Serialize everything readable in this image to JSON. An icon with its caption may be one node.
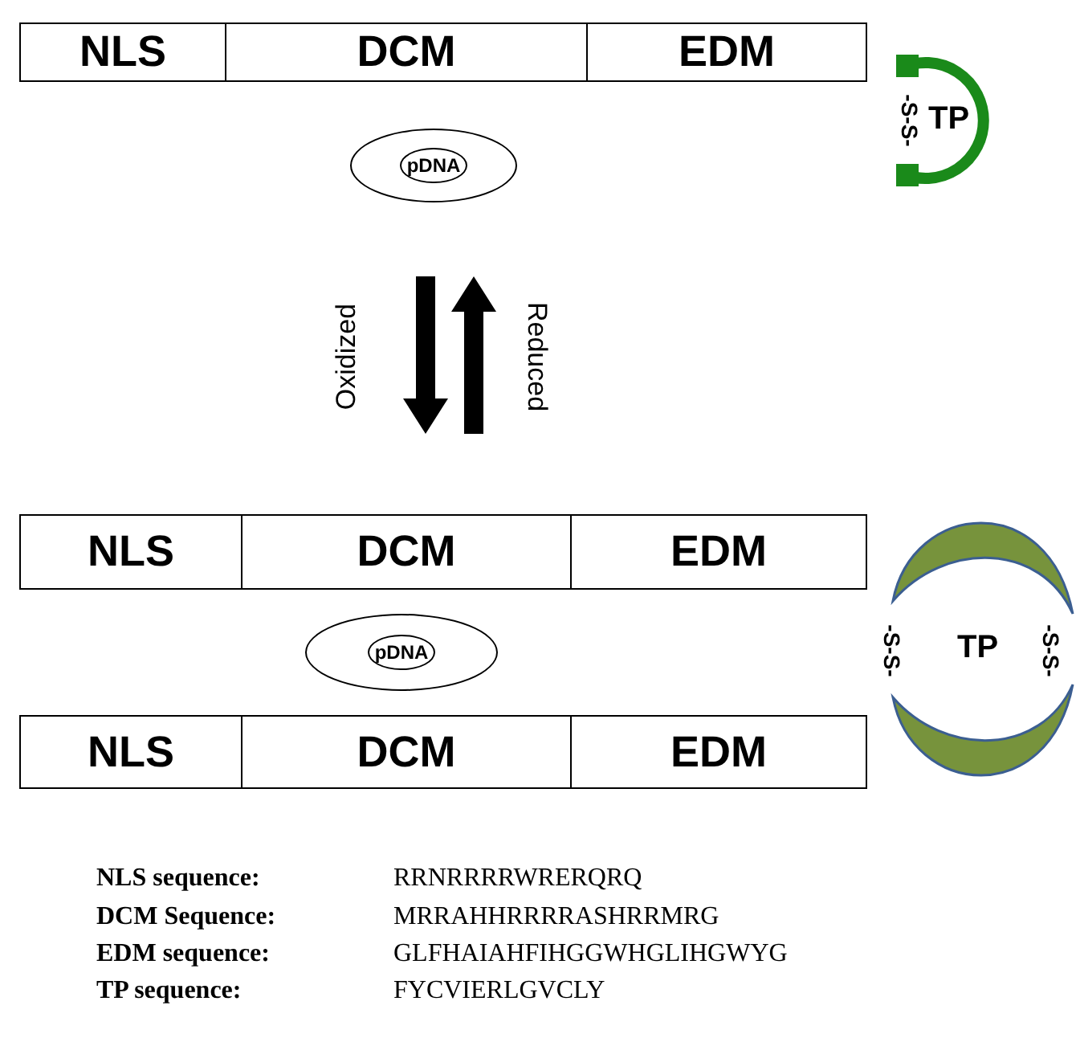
{
  "diagram": {
    "nodes": [
      {
        "text": [
          "NLS"
        ]
      },
      {
        "text": [
          "DCM"
        ]
      },
      {
        "text": [
          "EDM"
        ]
      },
      {
        "text": [
          "pDNA"
        ]
      },
      {
        "text": [
          "TP"
        ]
      },
      {
        "text": [
          "NLS"
        ]
      },
      {
        "text": [
          "DCM"
        ]
      },
      {
        "text": [
          "EDM"
        ]
      },
      {
        "text": [
          "pDNA"
        ]
      },
      {
        "text": [
          "TP"
        ]
      },
      {
        "text": [
          "NLS"
        ]
      },
      {
        "text": [
          "DCM"
        ]
      },
      {
        "text": [
          "EDM"
        ]
      }
    ],
    "labels": [
      "-S-S-",
      "Oxidized",
      "Reduced",
      "-S-S-",
      "-S-S-",
      "NLS sequence:",
      "RRNRRRRWRERQRQ",
      "DCM Sequence:",
      "MRRAHHRRRRASHRRMRG",
      "EDM sequence:",
      "GLFHAIAHFIHGGWHGLIHGWYG",
      "TP sequence:",
      "FYCVIERLGVCLY"
    ]
  }
}
